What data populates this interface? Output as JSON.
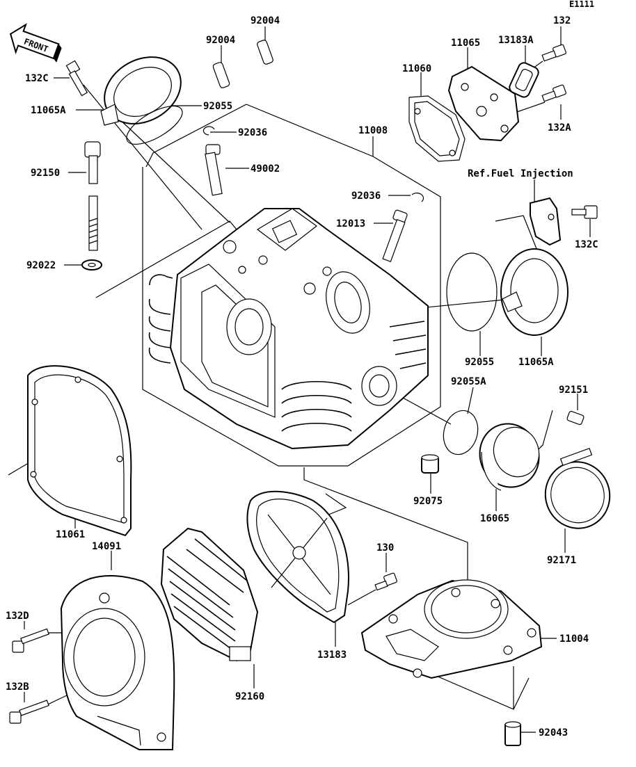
{
  "diagram_code": "E1111",
  "front_tag": "FRONT",
  "note": "Ref.Fuel Injection",
  "labels": {
    "p92004a": "92004",
    "p92004b": "92004",
    "p132C_top": "132C",
    "p11065A_top": "11065A",
    "p92055_top": "92055",
    "p92036_top": "92036",
    "p11008": "11008",
    "p92150": "92150",
    "p49002": "49002",
    "p92036_mid": "92036",
    "p12013": "12013",
    "p92022": "92022",
    "p11060": "11060",
    "p11065": "11065",
    "p13183A": "13183A",
    "p132": "132",
    "p132A": "132A",
    "p132C_right": "132C",
    "p92055_right": "92055",
    "p11065A_right": "11065A",
    "p92055A": "92055A",
    "p92151": "92151",
    "p92075": "92075",
    "p16065": "16065",
    "p92171": "92171",
    "p11061": "11061",
    "p14091": "14091",
    "p130": "130",
    "p132D": "132D",
    "p13183": "13183",
    "p11004": "11004",
    "p132B": "132B",
    "p92160": "92160",
    "p92043": "92043"
  }
}
